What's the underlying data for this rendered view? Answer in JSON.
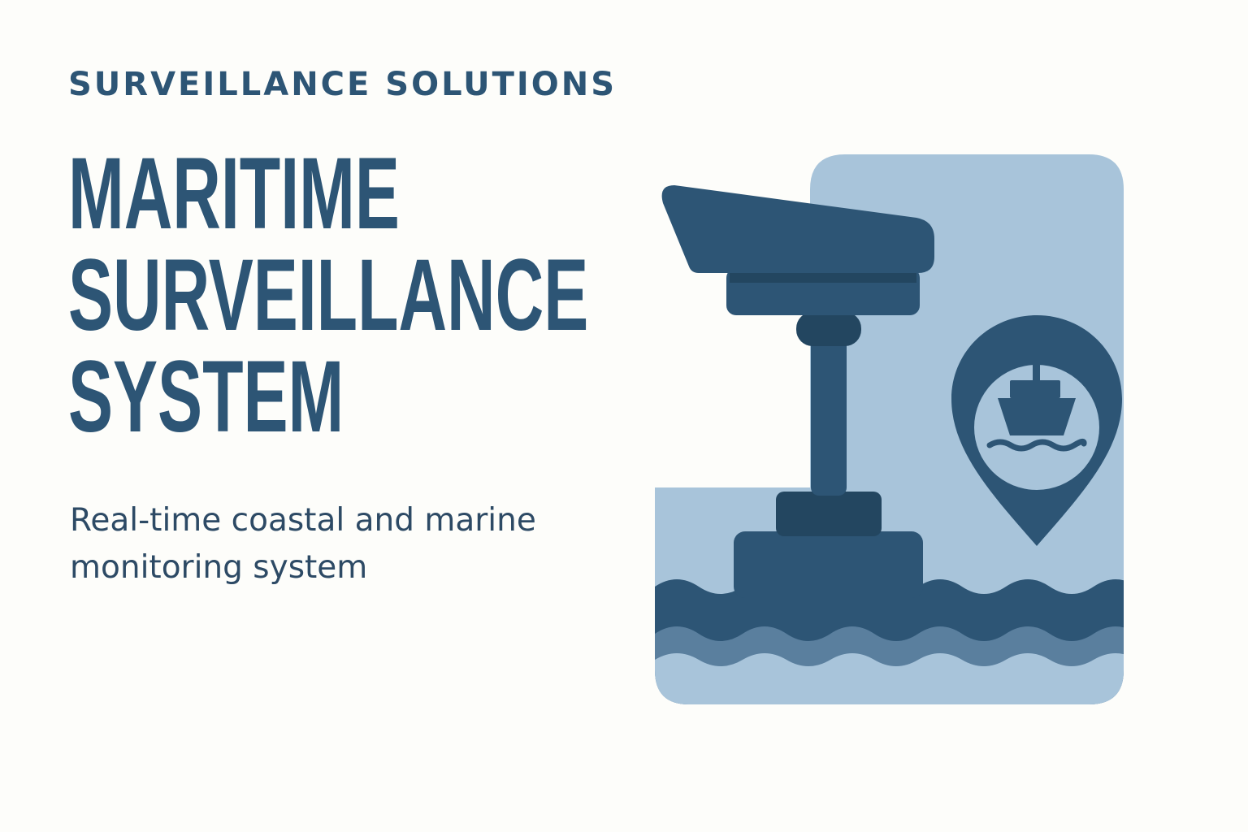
{
  "hero": {
    "eyebrow": "SURVEILLANCE SOLUTIONS",
    "title_lines": [
      "MARITIME",
      "SURVEILLANCE",
      "SYSTEM"
    ],
    "subtitle": "Real-time coastal and marine monitoring system"
  },
  "illustration": {
    "icons": [
      "surveillance-camera-icon",
      "location-pin-icon",
      "ship-icon",
      "waves-icon"
    ],
    "colors": {
      "background": "#fdfdfa",
      "card": "#a8c4da",
      "primary": "#2d5575",
      "dark": "#234660",
      "mid": "#5a7f9e",
      "light": "#a8c4da"
    }
  }
}
